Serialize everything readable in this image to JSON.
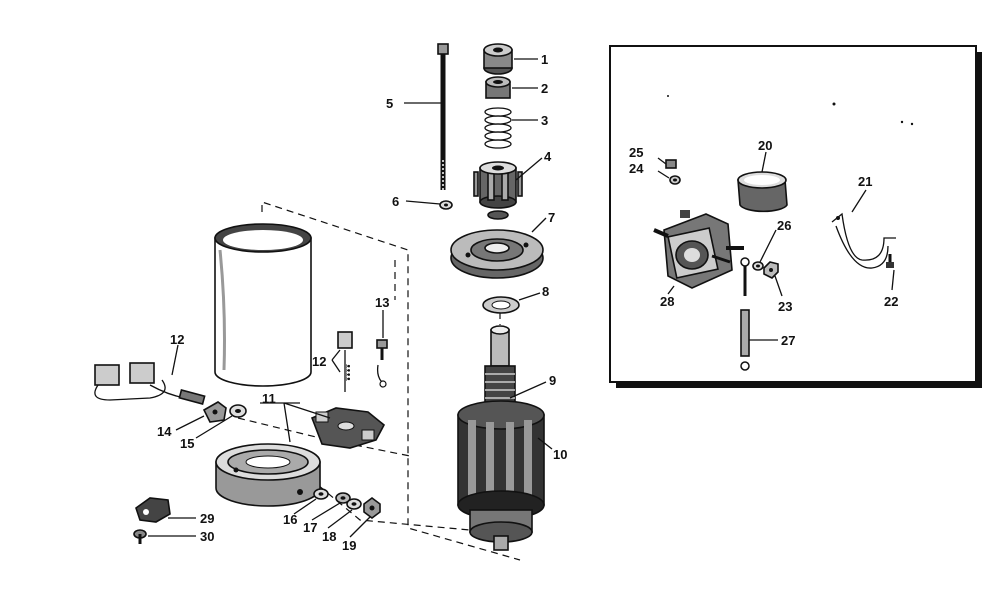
{
  "callouts": {
    "c1": "1",
    "c2": "2",
    "c3": "3",
    "c4": "4",
    "c5": "5",
    "c6": "6",
    "c7": "7",
    "c8": "8",
    "c9": "9",
    "c10": "10",
    "c11": "11",
    "c12a": "12",
    "c12b": "12",
    "c13": "13",
    "c14": "14",
    "c15": "15",
    "c16": "16",
    "c17": "17",
    "c18": "18",
    "c19": "19",
    "c20": "20",
    "c21": "21",
    "c22": "22",
    "c23": "23",
    "c24": "24",
    "c25": "25",
    "c26": "26",
    "c27": "27",
    "c28": "28",
    "c29": "29",
    "c30": "30"
  }
}
